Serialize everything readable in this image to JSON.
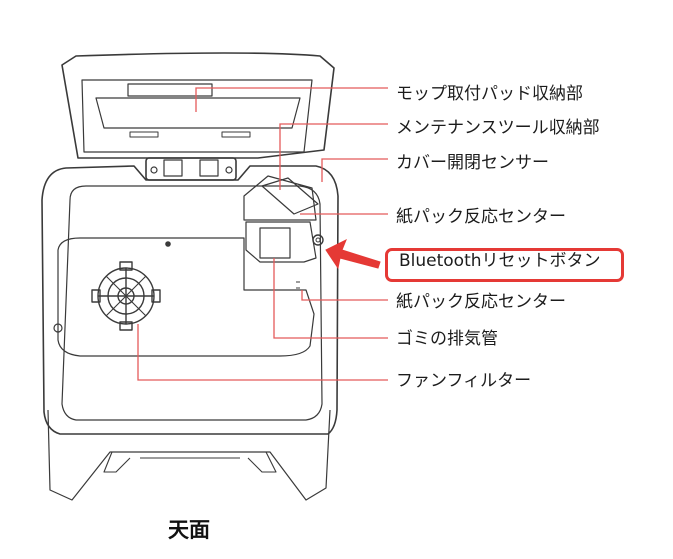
{
  "diagram": {
    "callouts": [
      "モップ取付パッド収納部",
      "メンテナンスツール収納部",
      "カバー開閉センサー",
      "紙パック反応センター",
      "Bluetoothリセットボタン",
      "紙パック反応センター",
      "ゴミの排気管",
      "ファンフィルター"
    ],
    "highlighted_callout": "Bluetoothリセットボタン",
    "caption": "天面",
    "colors": {
      "outline": "#3a3a3a",
      "leader_line": "#e45a5a",
      "highlight": "#e53935",
      "arrow": "#e53935",
      "text": "#1c1c1c"
    }
  }
}
